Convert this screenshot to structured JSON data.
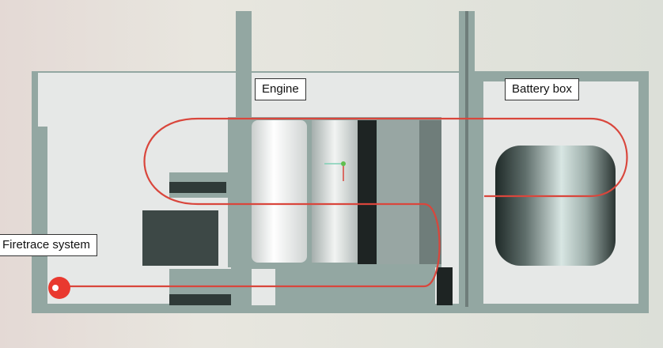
{
  "labels": {
    "engine": "Engine",
    "battery_box": "Battery box",
    "firetrace_system": "Firetrace system"
  },
  "colors": {
    "firetrace_line": "#d9463c",
    "enclosure": "#93a7a2",
    "panel": "#e6e8e7",
    "dark_component": "#2f3a38",
    "mid_component": "#6f7d7a"
  }
}
